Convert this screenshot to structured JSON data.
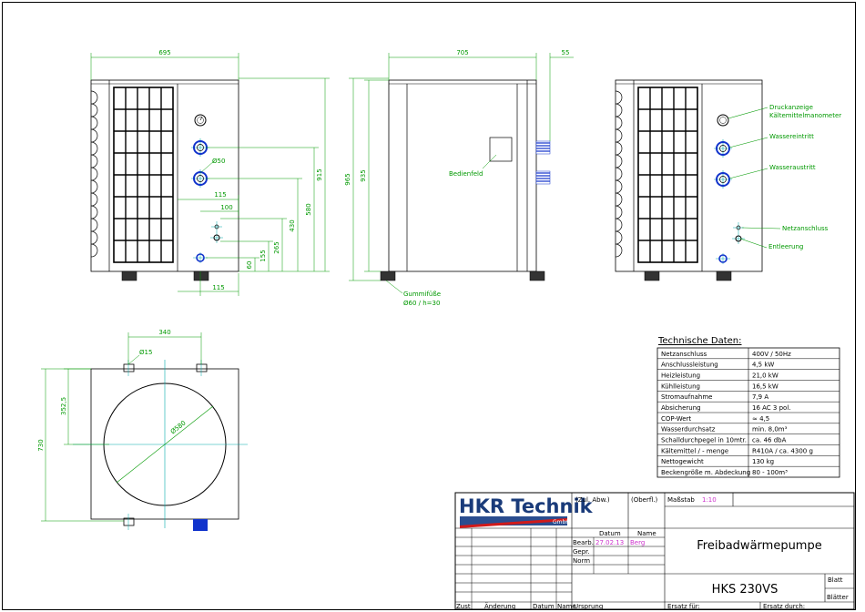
{
  "drawing": {
    "front_view": {
      "dims": {
        "width": "695",
        "h_915": "915",
        "h_580": "580",
        "h_430": "430",
        "h_265": "265",
        "h_155": "155",
        "h_60": "60",
        "w_115a": "115",
        "w_100": "100",
        "w_115b": "115",
        "dia_50": "Ø50"
      }
    },
    "side_view": {
      "dims": {
        "width": "705",
        "ext": "55",
        "h_965": "965",
        "h_935": "935"
      },
      "labels": {
        "panel": "Bedienfeld",
        "feet_1": "Gummifüße",
        "feet_2": "Ø60 / h=30"
      }
    },
    "right_view": {
      "labels": {
        "gauge_1": "Druckanzeige",
        "gauge_2": "Kältemittelmanometer",
        "water_in": "Wassereintritt",
        "water_out": "Wasseraustritt",
        "power": "Netzanschluss",
        "drain": "Entleerung"
      }
    },
    "top_view": {
      "dims": {
        "w_340": "340",
        "dia_15": "Ø15",
        "h_3525": "352,5",
        "h_730": "730",
        "dia_580": "Ø580"
      }
    }
  },
  "specs": {
    "title": "Technische Daten:",
    "rows": [
      {
        "label": "Netzanschluss",
        "value": "400V / 50Hz"
      },
      {
        "label": "Anschlussleistung",
        "value": "4,5 kW"
      },
      {
        "label": "Heizleistung",
        "value": "21,0 kW"
      },
      {
        "label": "Kühlleistung",
        "value": "16,5 kW"
      },
      {
        "label": "Stromaufnahme",
        "value": "7,9 A"
      },
      {
        "label": "Absicherung",
        "value": "16 AC 3 pol."
      },
      {
        "label": "COP-Wert",
        "value": "≈ 4,5"
      },
      {
        "label": "Wasserdurchsatz",
        "value": "min. 8,0m³"
      },
      {
        "label": "Schalldurchpegel in 10mtr.",
        "value": "ca. 46 dbA"
      },
      {
        "label": "Kältemittel / - menge",
        "value": "R410A / ca. 4300 g"
      },
      {
        "label": "Nettogewicht",
        "value": "130 kg"
      },
      {
        "label": "Beckengröße m. Abdeckung",
        "value": "80 - 100m³"
      }
    ]
  },
  "titleblock": {
    "logo_main": "HKR Technik",
    "logo_sub": "GmbH",
    "zul_abw": "(Zul. Abw.)",
    "oberfl": "(Oberfl.)",
    "massstab_label": "Maßstab",
    "massstab_value": "1:10",
    "datum_header": "Datum",
    "name_header": "Name",
    "bearb": "Bearb.",
    "bearb_date": "27.02.13",
    "bearb_name": "Berg",
    "gepr": "Gepr.",
    "norm": "Norm",
    "title": "Freibadwärmepumpe",
    "number": "HKS 230VS",
    "blatt": "Blatt",
    "blaetter": "Blätter",
    "zust": "Zust",
    "aenderung": "Änderung",
    "datum_f": "Datum",
    "name_f": "Name",
    "ursprung": "Ursprung",
    "ersatz_fuer": "Ersatz für:",
    "ersatz_durch": "Ersatz durch:"
  }
}
